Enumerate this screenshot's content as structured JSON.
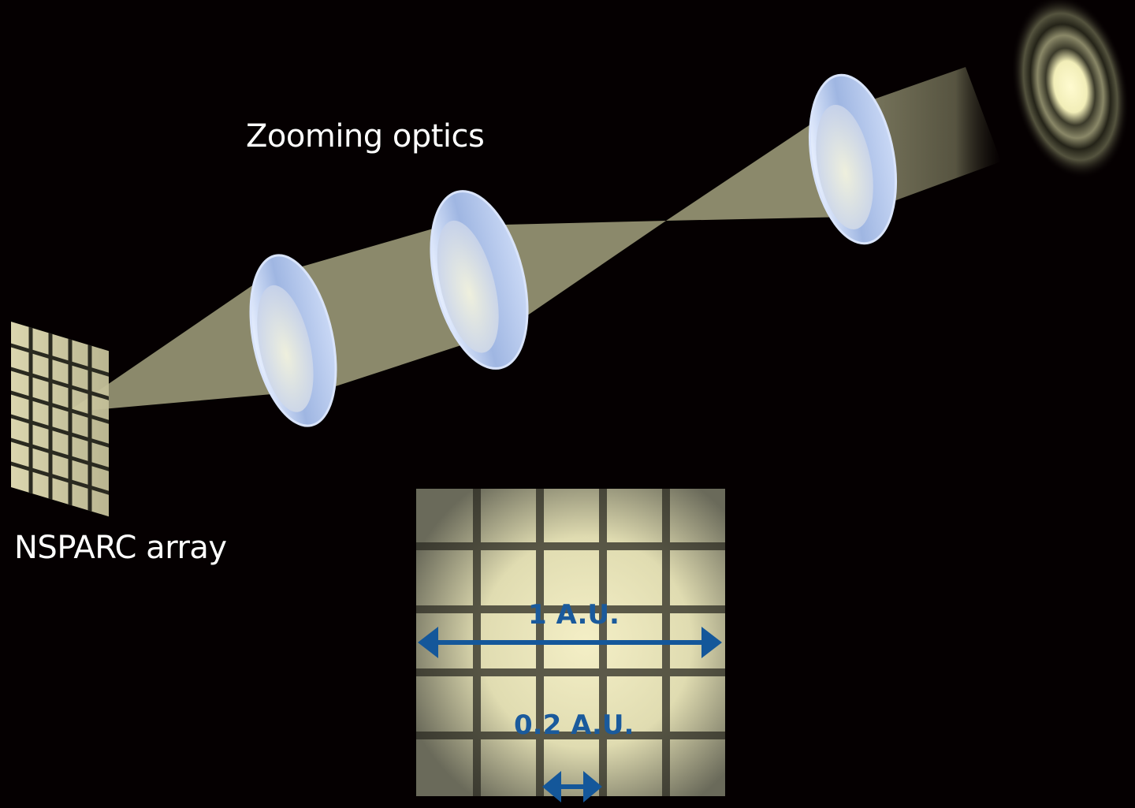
{
  "labels": {
    "zooming_optics": "Zooming optics",
    "nsparc_array": "NSPARC array",
    "one_au": "1 A.U.",
    "point_two_au": "0.2 A.U."
  },
  "colors": {
    "background": "#050001",
    "beam": "#d8d6a8",
    "lens": "#a9c0e8",
    "arrow": "#14579a",
    "label": "#ffffff"
  },
  "icons": {
    "dimension_arrow": "double-headed-arrow-icon"
  }
}
